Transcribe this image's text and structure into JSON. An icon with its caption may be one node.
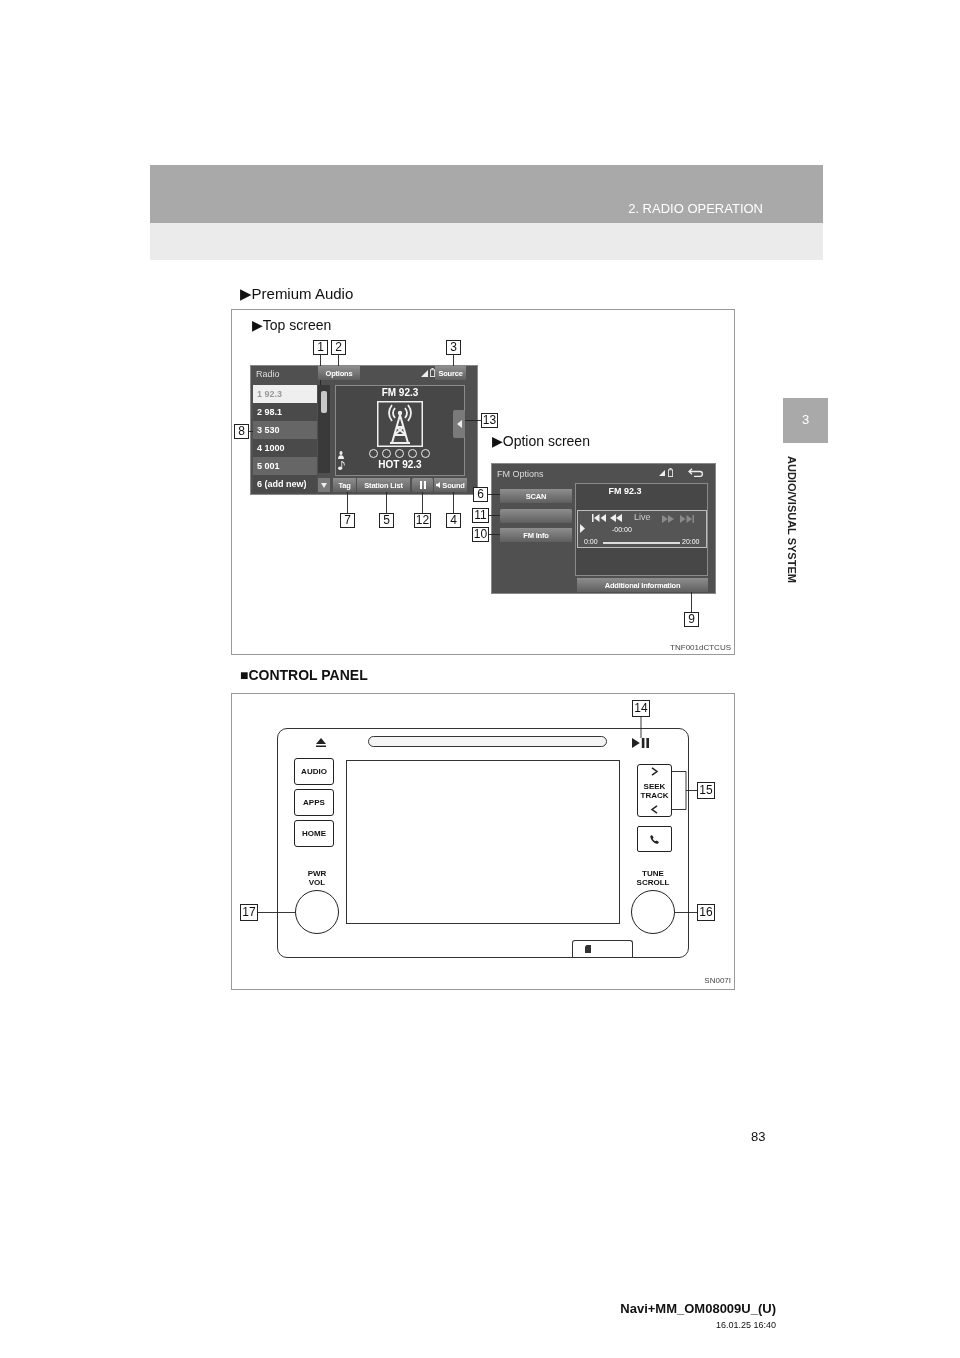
{
  "diagram": {
    "nodes": [
      {
        "text": [
          "1"
        ]
      },
      {
        "text": [
          "2"
        ]
      },
      {
        "text": [
          "3"
        ]
      },
      {
        "text": [],
        "shape": "bar"
      },
      {
        "text": [
          "Options"
        ]
      },
      {
        "text": [
          "Source"
        ]
      },
      {
        "text": [
          "1 92.3",
          "2 98.1",
          "3 530",
          "4 1000",
          "5 001",
          "6 (add new)"
        ]
      },
      {
        "text": [],
        "shape": "box"
      },
      {
        "text": [
          "13"
        ]
      },
      {
        "text": [
          "8"
        ]
      },
      {
        "text": [
          "Tag"
        ]
      },
      {
        "text": [
          "Station List"
        ]
      },
      {
        "text": [],
        "shape": "box"
      },
      {
        "text": [
          "Sound"
        ]
      },
      {
        "text": [
          "7"
        ]
      },
      {
        "text": [
          "5"
        ]
      },
      {
        "text": [
          "12"
        ]
      },
      {
        "text": [
          "4"
        ]
      },
      {
        "text": [
          "SCAN"
        ]
      },
      {
        "text": [],
        "shape": "box"
      },
      {
        "text": [
          "FM Info"
        ]
      },
      {
        "text": [
          "Additional Information"
        ]
      },
      {
        "text": [
          "6"
        ]
      },
      {
        "text": [
          "11"
        ]
      },
      {
        "text": [
          "10"
        ]
      },
      {
        "text": [
          "9"
        ]
      },
      {
        "text": [
          "14"
        ]
      },
      {
        "text": [],
        "shape": "picture"
      },
      {
        "text": [
          "AUDIO"
        ]
      },
      {
        "text": [
          "APPS"
        ]
      },
      {
        "text": [
          "HOME"
        ]
      },
      {
        "text": [
          "SEEK TRACK"
        ]
      },
      {
        "text": [
          "15"
        ]
      },
      {
        "text": [],
        "shape": "box"
      },
      {
        "text": [],
        "shape": "circle",
        "beside": [
          "PWR VOL"
        ]
      },
      {
        "text": [],
        "shape": "circle",
        "beside": [
          "TUNE SCROLL"
        ]
      },
      {
        "text": [
          "17"
        ]
      },
      {
        "text": [
          "16"
        ]
      }
    ],
    "edges": [
      {
        "from": 0,
        "to": 3,
        "arrow": "none"
      },
      {
        "from": 1,
        "to": 4,
        "arrow": "none"
      },
      {
        "from": 2,
        "to": 5,
        "arrow": "none"
      },
      {
        "from": 8,
        "to": 7,
        "arrow": "none"
      },
      {
        "from": 9,
        "to": 6,
        "arrow": "none"
      },
      {
        "from": 14,
        "to": 10,
        "arrow": "none"
      },
      {
        "from": 15,
        "to": 11,
        "arrow": "none"
      },
      {
        "from": 16,
        "to": 12,
        "arrow": "none"
      },
      {
        "from": 17,
        "to": 13,
        "arrow": "none"
      },
      {
        "from": 22,
        "to": 18,
        "arrow": "none"
      },
      {
        "from": 23,
        "to": 19,
        "arrow": "none"
      },
      {
        "from": 24,
        "to": 20,
        "arrow": "none"
      },
      {
        "from": 25,
        "to": 21,
        "arrow": "none"
      },
      {
        "from": 26,
        "to": 27,
        "arrow": "none"
      },
      {
        "from": 32,
        "to": 31,
        "arrow": "none"
      },
      {
        "from": 36,
        "to": 34,
        "arrow": "none"
      },
      {
        "from": 37,
        "to": 35,
        "arrow": "none"
      }
    ],
    "labels": [
      "2. RADIO OPERATION",
      "3",
      "AUDIO/VISUAL SYSTEM",
      "▶Premium Audio",
      "▶Top screen",
      "Radio",
      "FM 92.3",
      "HOT 92.3",
      "▶Option screen",
      "FM Options",
      "FM 92.3",
      "Live",
      "-00:00",
      "0:00",
      "20:00",
      "TNF001dCTCUS",
      "■CONTROL PANEL",
      "SN007I",
      "83",
      "Navi+MM_OM08009U_(U)",
      "16.01.25 16:40"
    ]
  }
}
